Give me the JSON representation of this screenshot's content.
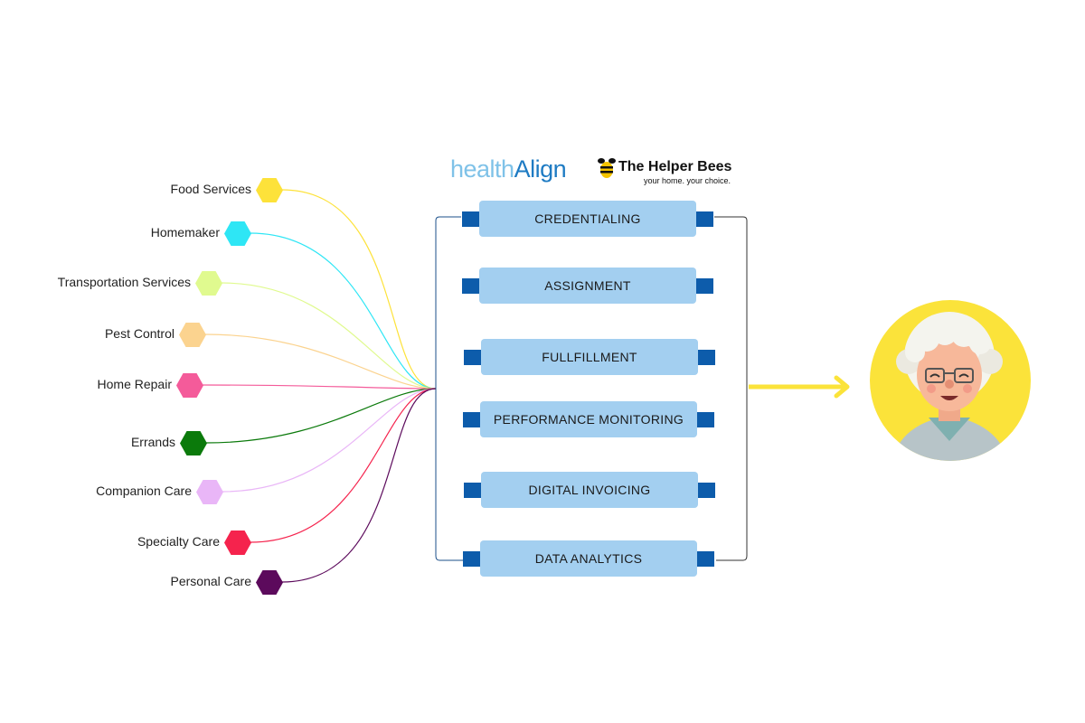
{
  "logos": {
    "healthalign": {
      "part1": "health",
      "part2": "Align"
    },
    "helper_bees": {
      "name": "The Helper Bees",
      "tagline": "your home. your choice."
    }
  },
  "services": [
    {
      "label": "Food Services",
      "color": "#fde23a"
    },
    {
      "label": "Homemaker",
      "color": "#2ee6f5"
    },
    {
      "label": "Transportation Services",
      "color": "#e0fa8f"
    },
    {
      "label": "Pest Control",
      "color": "#fbd38f"
    },
    {
      "label": "Home Repair",
      "color": "#f45b9a"
    },
    {
      "label": "Errands",
      "color": "#0b7a0b"
    },
    {
      "label": "Companion Care",
      "color": "#e9b6f7"
    },
    {
      "label": "Specialty Care",
      "color": "#f5234d"
    },
    {
      "label": "Personal Care",
      "color": "#5c0a5c"
    }
  ],
  "steps": [
    {
      "label": "CREDENTIALING"
    },
    {
      "label": "ASSIGNMENT"
    },
    {
      "label": "FULLFILLMENT"
    },
    {
      "label": "PERFORMANCE MONITORING"
    },
    {
      "label": "DIGITAL INVOICING"
    },
    {
      "label": "DATA ANALYTICS"
    }
  ],
  "colors": {
    "step_fill": "#a3cff0",
    "tab_fill": "#0d5cab",
    "arrow": "#fbe33a",
    "avatar_bg": "#fbe33a"
  },
  "icons": {
    "avatar": "elderly-person-icon",
    "arrow": "arrow-right-icon",
    "bee": "bee-icon"
  }
}
